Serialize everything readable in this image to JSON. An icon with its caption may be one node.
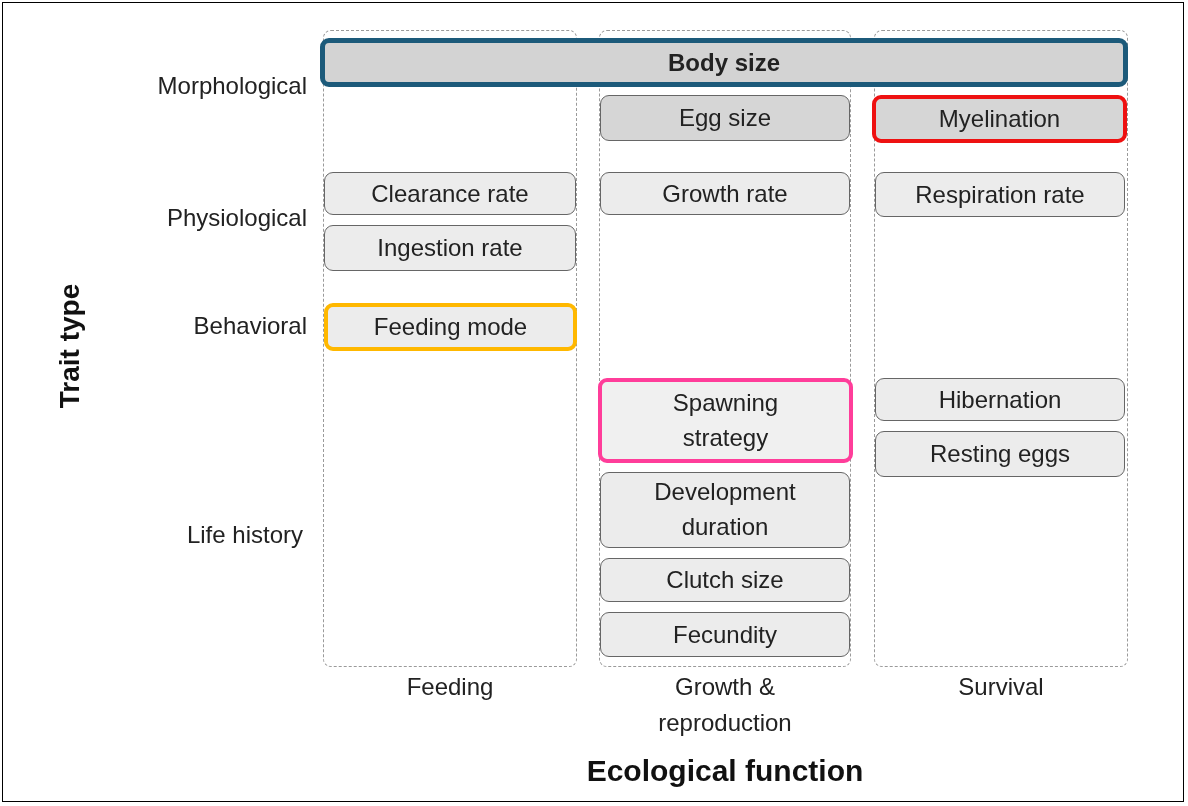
{
  "diagram": {
    "nodes": [
      {
        "text": [
          "Feeding"
        ]
      },
      {
        "text": [
          "Growth & reproduction"
        ]
      },
      {
        "text": [
          "Survival"
        ]
      },
      {
        "text": [
          "Body size"
        ]
      },
      {
        "text": [
          "Egg size"
        ],
        "in": 1
      },
      {
        "text": [
          "Myelination"
        ],
        "in": 2
      },
      {
        "text": [
          "Clearance rate"
        ],
        "in": 0
      },
      {
        "text": [
          "Growth rate"
        ],
        "in": 1
      },
      {
        "text": [
          "Respiration rate"
        ],
        "in": 2
      },
      {
        "text": [
          "Ingestion rate"
        ],
        "in": 0
      },
      {
        "text": [
          "Feeding mode"
        ],
        "in": 0
      },
      {
        "text": [
          "Spawning strategy"
        ],
        "in": 1
      },
      {
        "text": [
          "Hibernation"
        ],
        "in": 2
      },
      {
        "text": [
          "Resting eggs"
        ],
        "in": 2
      },
      {
        "text": [
          "Development duration"
        ],
        "in": 1
      },
      {
        "text": [
          "Clutch size"
        ],
        "in": 1
      },
      {
        "text": [
          "Fecundity"
        ],
        "in": 1
      }
    ],
    "labels": [
      "Morphological",
      "Physiological",
      "Behavioral",
      "Life history",
      "Trait type",
      "Ecological function"
    ]
  }
}
